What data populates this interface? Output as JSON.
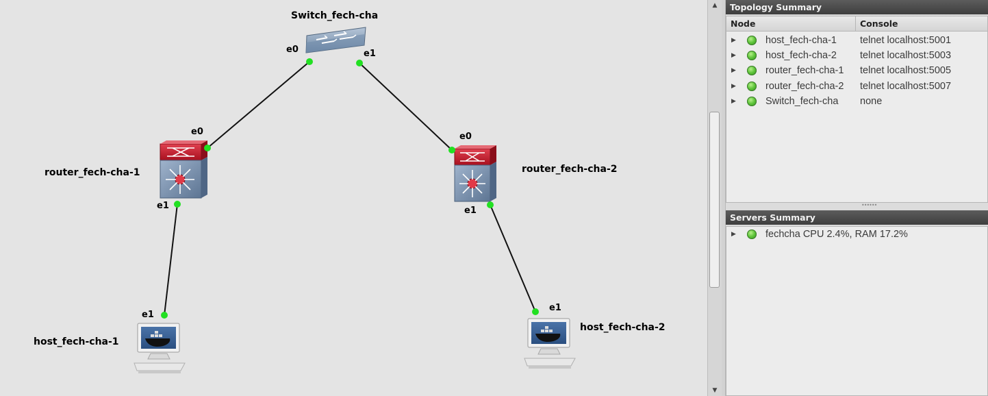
{
  "topology": {
    "nodes": {
      "switch": "Switch_fech-cha",
      "router1": "router_fech-cha-1",
      "router2": "router_fech-cha-2",
      "host1": "host_fech-cha-1",
      "host2": "host_fech-cha-2"
    },
    "ports": {
      "switch_e0": "e0",
      "switch_e1": "e1",
      "router1_e0": "e0",
      "router1_e1": "e1",
      "router2_e0": "e0",
      "router2_e1": "e1",
      "host1_e1": "e1",
      "host2_e1": "e1"
    },
    "link_status_color": "#22e022",
    "router_color": "#c8102e",
    "switch_color": "#7f9ab8"
  },
  "dock": {
    "topology_summary": {
      "title": "Topology Summary",
      "col_node": "Node",
      "col_console": "Console",
      "rows": [
        {
          "node": "host_fech-cha-1",
          "console": "telnet localhost:5001"
        },
        {
          "node": "host_fech-cha-2",
          "console": "telnet localhost:5003"
        },
        {
          "node": "router_fech-cha-1",
          "console": "telnet localhost:5005"
        },
        {
          "node": "router_fech-cha-2",
          "console": "telnet localhost:5007"
        },
        {
          "node": "Switch_fech-cha",
          "console": "none"
        }
      ]
    },
    "servers_summary": {
      "title": "Servers Summary",
      "rows": [
        {
          "text": "fechcha CPU 2.4%, RAM 17.2%"
        }
      ]
    }
  },
  "icons": {
    "expand": "triangle-right-icon",
    "status": "green-status-icon",
    "host": "docker-host-icon",
    "router": "multilayer-router-icon",
    "switch": "ethernet-switch-icon"
  }
}
